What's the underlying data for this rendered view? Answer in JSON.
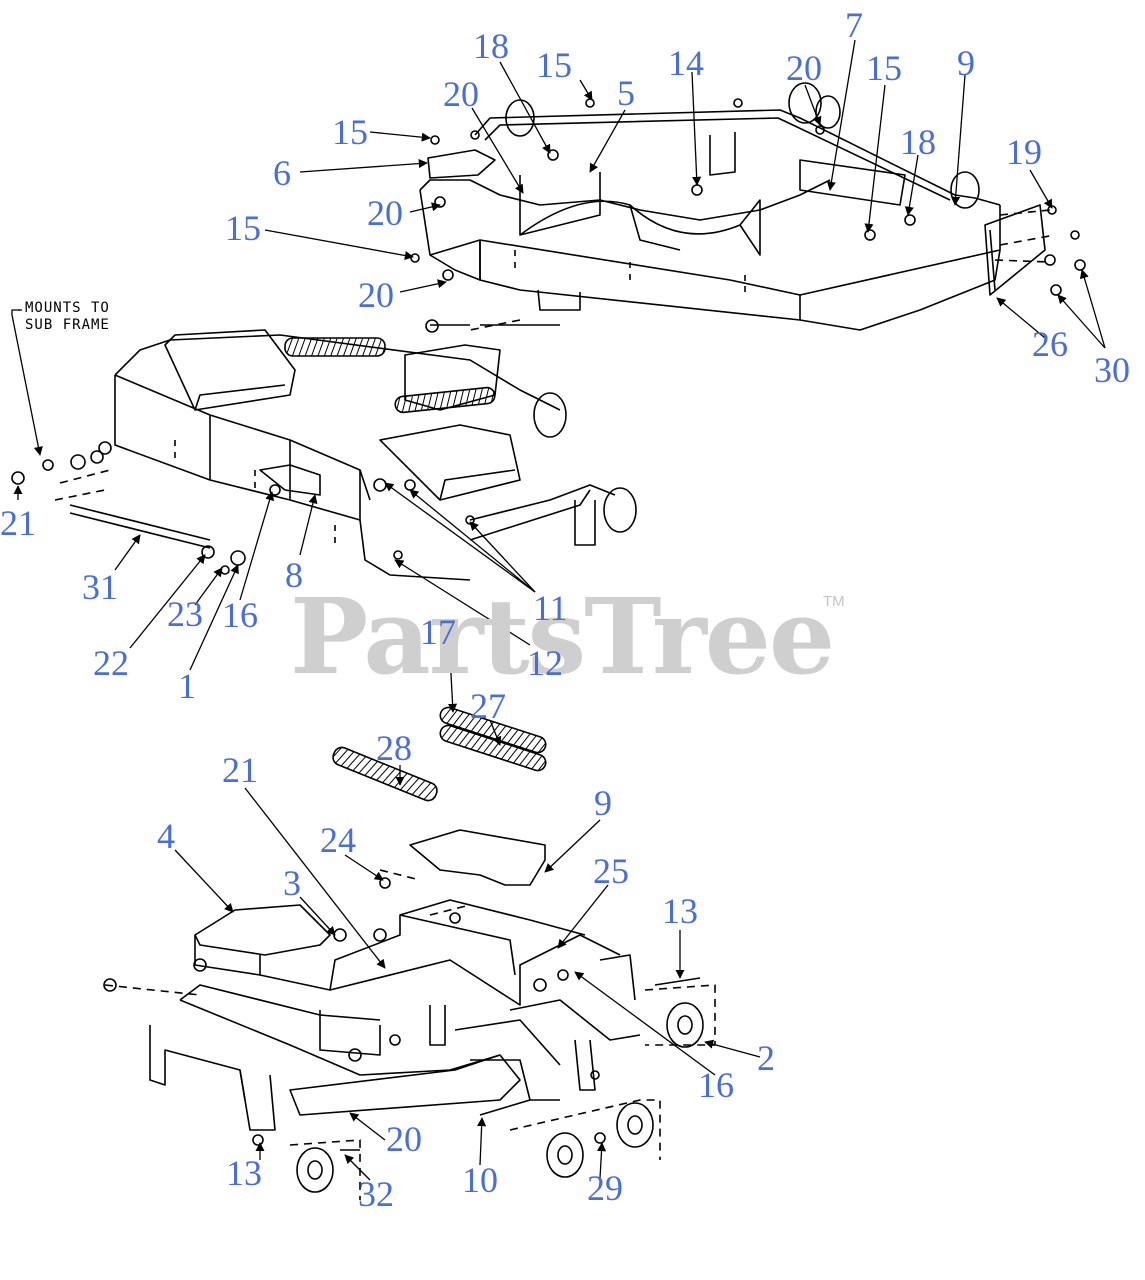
{
  "note": {
    "line1": "MOUNTS TO",
    "line2": "SUB FRAME"
  },
  "watermark": {
    "text": "PartsTree",
    "tm": "TM"
  },
  "callouts": [
    {
      "id": "c18a",
      "text": "18"
    },
    {
      "id": "c15a",
      "text": "15"
    },
    {
      "id": "c14",
      "text": "14"
    },
    {
      "id": "c20a",
      "text": "20"
    },
    {
      "id": "c7",
      "text": "7"
    },
    {
      "id": "c15b",
      "text": "15"
    },
    {
      "id": "c9a",
      "text": "9"
    },
    {
      "id": "c20b",
      "text": "20"
    },
    {
      "id": "c5",
      "text": "5"
    },
    {
      "id": "c15c",
      "text": "15"
    },
    {
      "id": "c18b",
      "text": "18"
    },
    {
      "id": "c19",
      "text": "19"
    },
    {
      "id": "c6",
      "text": "6"
    },
    {
      "id": "c20c",
      "text": "20"
    },
    {
      "id": "c15d",
      "text": "15"
    },
    {
      "id": "c20d",
      "text": "20"
    },
    {
      "id": "c26",
      "text": "26"
    },
    {
      "id": "c30",
      "text": "30"
    },
    {
      "id": "c21a",
      "text": "21"
    },
    {
      "id": "c31",
      "text": "31"
    },
    {
      "id": "c8",
      "text": "8"
    },
    {
      "id": "c11",
      "text": "11"
    },
    {
      "id": "c23",
      "text": "23"
    },
    {
      "id": "c16a",
      "text": "16"
    },
    {
      "id": "c12",
      "text": "12"
    },
    {
      "id": "c22",
      "text": "22"
    },
    {
      "id": "c1",
      "text": "1"
    },
    {
      "id": "c17",
      "text": "17"
    },
    {
      "id": "c27",
      "text": "27"
    },
    {
      "id": "c28",
      "text": "28"
    },
    {
      "id": "c21b",
      "text": "21"
    },
    {
      "id": "c9b",
      "text": "9"
    },
    {
      "id": "c4",
      "text": "4"
    },
    {
      "id": "c24",
      "text": "24"
    },
    {
      "id": "c25",
      "text": "25"
    },
    {
      "id": "c3",
      "text": "3"
    },
    {
      "id": "c13a",
      "text": "13"
    },
    {
      "id": "c2",
      "text": "2"
    },
    {
      "id": "c16b",
      "text": "16"
    },
    {
      "id": "c20e",
      "text": "20"
    },
    {
      "id": "c13b",
      "text": "13"
    },
    {
      "id": "c10",
      "text": "10"
    },
    {
      "id": "c29",
      "text": "29"
    },
    {
      "id": "c32",
      "text": "32"
    }
  ],
  "colors": {
    "callout": "#4a6fd4",
    "line": "#000000",
    "watermark": "#cfcfcf"
  }
}
